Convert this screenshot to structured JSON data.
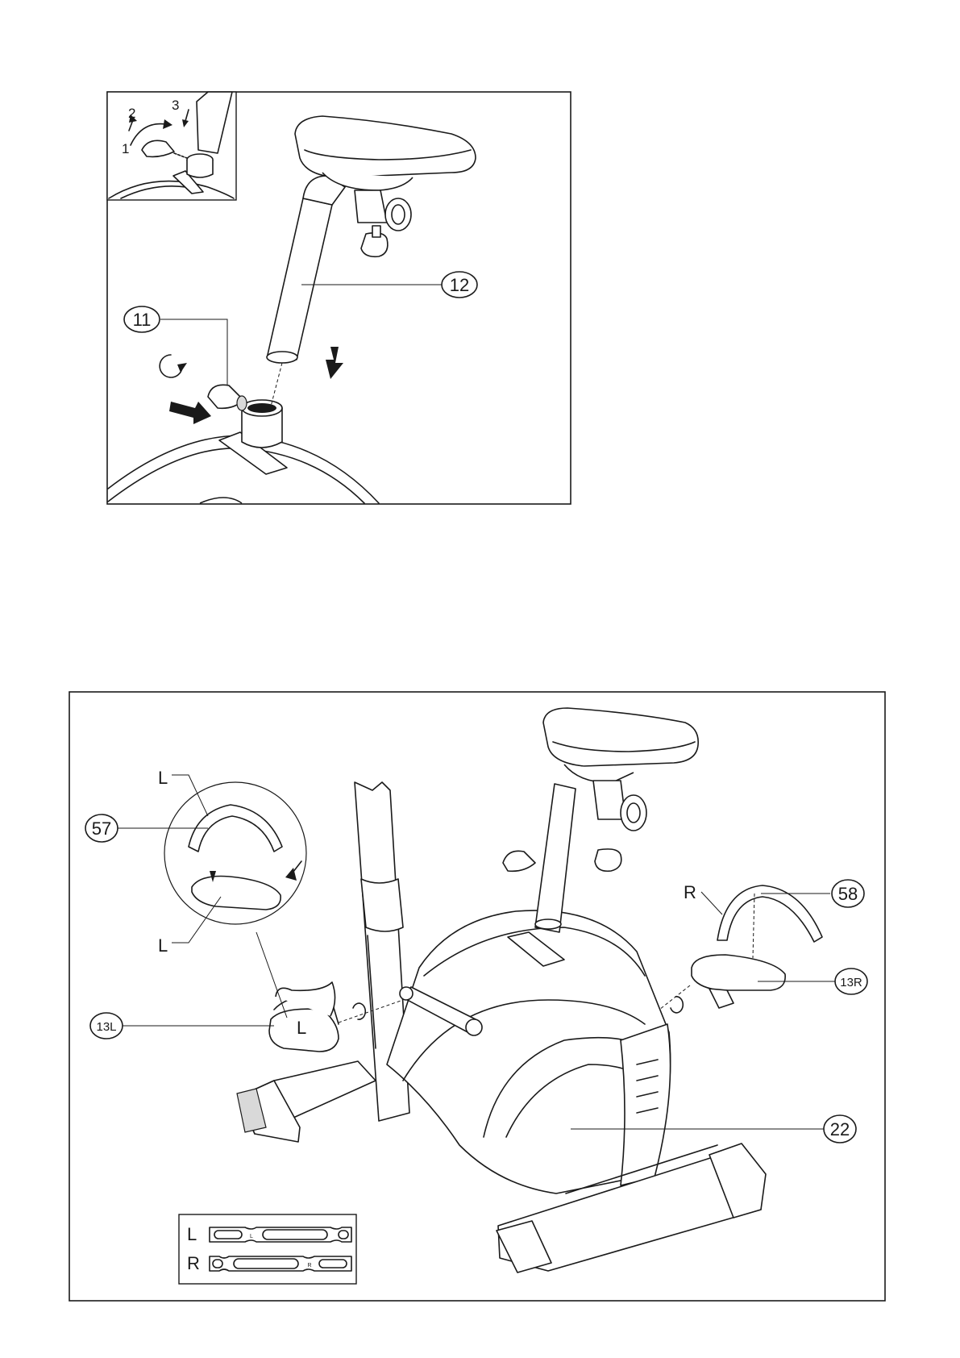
{
  "figure_top": {
    "callouts": {
      "part_12": "12",
      "part_11": "11"
    },
    "inset_steps": {
      "step1": "1",
      "step2": "2",
      "step3": "3"
    }
  },
  "figure_bottom": {
    "callouts": {
      "part_57": "57",
      "part_58": "58",
      "part_13l": "13L",
      "part_13r": "13R",
      "part_22": "22"
    },
    "side_letters": {
      "strap_left": "L",
      "pedal_left": "L",
      "on_pedal": "L",
      "strap_right": "R"
    },
    "legend": {
      "left_label": "L",
      "right_label": "R",
      "left_strap_mark": "L",
      "right_strap_mark": "R"
    }
  }
}
